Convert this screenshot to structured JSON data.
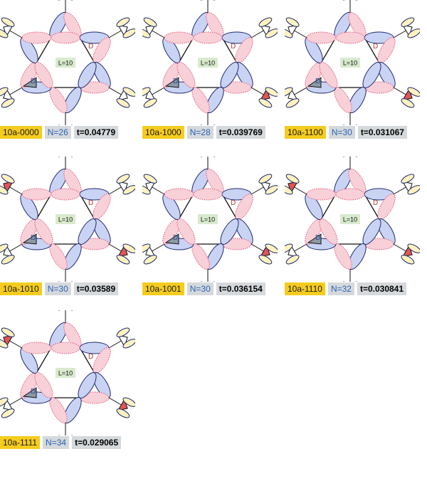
{
  "colors": {
    "red_corner": "#e05555",
    "blue_ellipse": "#c9d3f3",
    "pink_ellipse": "#f8d0d8",
    "leaf": "#fff2bf",
    "tag_id": "#f5cc1e",
    "tag_value": "#d5d9dc",
    "n_text": "#2a63b5"
  },
  "center_label": "L=10",
  "node_labels": {
    "d_blue": "D",
    "d_red": "D"
  },
  "panels": [
    {
      "id": "10a-0000",
      "n": "N=26",
      "t": "t=0.04779",
      "red": []
    },
    {
      "id": "10a-1000",
      "n": "N=28",
      "t": "t=0.039769",
      "red": [
        "br"
      ]
    },
    {
      "id": "10a-1100",
      "n": "N=30",
      "t": "t=0.031067",
      "red": [
        "br",
        "b"
      ]
    },
    {
      "id": "10a-1010",
      "n": "N=30",
      "t": "t=0.03589",
      "red": [
        "br",
        "tl"
      ]
    },
    {
      "id": "10a-1001",
      "n": "N=30",
      "t": "t=0.036154",
      "red": [
        "br",
        "t"
      ]
    },
    {
      "id": "10a-1110",
      "n": "N=32",
      "t": "t=0.030841",
      "red": [
        "br",
        "b",
        "tl"
      ]
    },
    {
      "id": "10a-1111",
      "n": "N=34",
      "t": "t=0.029065",
      "red": [
        "br",
        "b",
        "tl",
        "t"
      ]
    }
  ]
}
